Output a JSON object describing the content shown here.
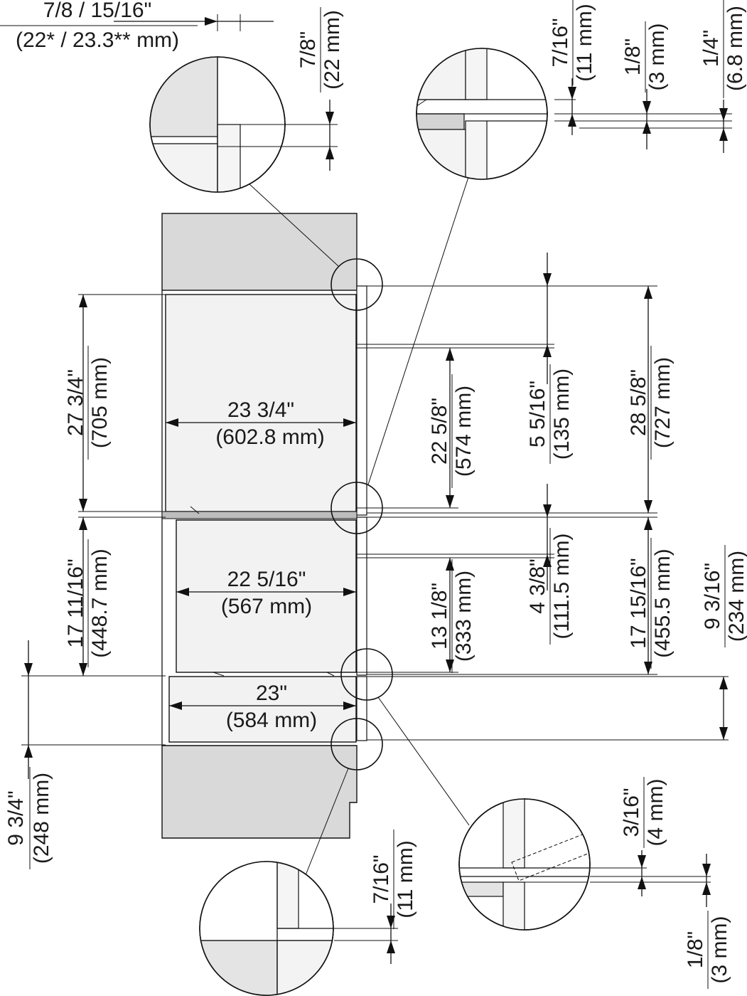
{
  "dimensions": {
    "top_gap": {
      "frac": "7/8 / 15/16\"",
      "mm": "(22* / 23.3** mm)"
    },
    "detail_top_left": {
      "frac": "7/8\"",
      "mm": "(22 mm)"
    },
    "detail_top_right_a": {
      "frac": "7/16\"",
      "mm": "(11 mm)"
    },
    "detail_top_right_b": {
      "frac": "1/8\"",
      "mm": "(3 mm)"
    },
    "detail_top_right_c": {
      "frac": "1/4\"",
      "mm": "(6.8 mm)"
    },
    "upper_height_left": {
      "frac": "27 3/4\"",
      "mm": "(705 mm)"
    },
    "upper_width": {
      "frac": "23 3/4\"",
      "mm": "(602.8 mm)"
    },
    "upper_inner_height": {
      "frac": "22 5/8\"",
      "mm": "(574 mm)"
    },
    "upper_offset": {
      "frac": "5 5/16\"",
      "mm": "(135 mm)"
    },
    "upper_total_height": {
      "frac": "28 5/8\"",
      "mm": "(727 mm)"
    },
    "lower_height_left": {
      "frac": "17 11/16\"",
      "mm": "(448.7 mm)"
    },
    "lower_width": {
      "frac": "22 5/16\"",
      "mm": "(567 mm)"
    },
    "lower_inner_height": {
      "frac": "13 1/8\"",
      "mm": "(333 mm)"
    },
    "lower_offset": {
      "frac": "4 3/8\"",
      "mm": "(111.5 mm)"
    },
    "lower_total_height": {
      "frac": "17 15/16\"",
      "mm": "(455.5 mm)"
    },
    "drawer_height_right": {
      "frac": "9 3/16\"",
      "mm": "(234 mm)"
    },
    "drawer_width": {
      "frac": "23\"",
      "mm": "(584 mm)"
    },
    "drawer_height_left": {
      "frac": "9 3/4\"",
      "mm": "(248 mm)"
    },
    "detail_bottom_left": {
      "frac": "7/16\"",
      "mm": "(11 mm)"
    },
    "detail_bottom_right_a": {
      "frac": "3/16\"",
      "mm": "(4 mm)"
    },
    "detail_bottom_right_b": {
      "frac": "1/8\"",
      "mm": "(3 mm)"
    }
  },
  "colors": {
    "cabinet": "#d9d9d9",
    "appliance": "#f2f2f2",
    "line": "#111111"
  }
}
